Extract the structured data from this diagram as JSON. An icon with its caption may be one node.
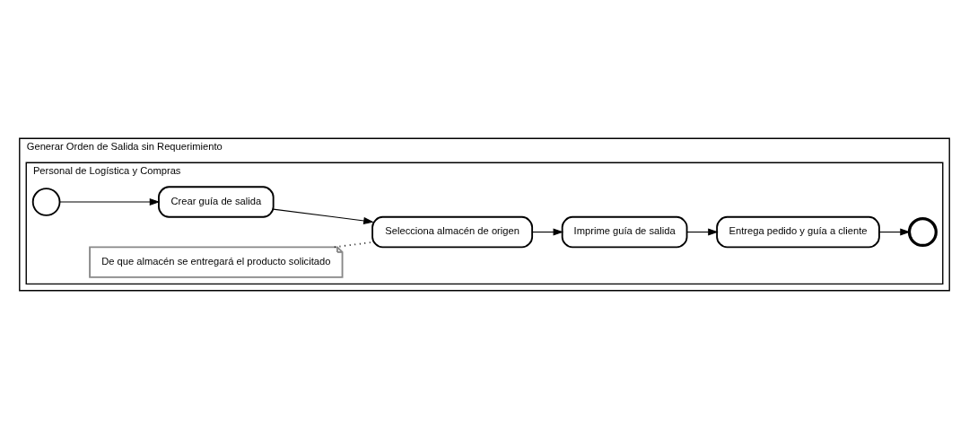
{
  "diagram": {
    "nodes": [
      {
        "text": [
          "Generar Orden de Salida sin Requerimiento"
        ]
      },
      {
        "text": [
          "Personal de Logística y Compras"
        ],
        "in": 0
      },
      {
        "text": [],
        "shape": "circle",
        "in": 1
      },
      {
        "text": [
          "Crear guía de salida"
        ],
        "in": 1
      },
      {
        "text": [
          "Selecciona almacén de origen"
        ],
        "in": 1
      },
      {
        "text": [
          "De que almacén se entregará el producto solicitado"
        ],
        "in": 1
      },
      {
        "text": [
          "Imprime guía de salida"
        ],
        "in": 1
      },
      {
        "text": [
          "Entrega pedido y guía a cliente"
        ],
        "in": 1
      },
      {
        "text": [],
        "shape": "circle",
        "in": 1
      }
    ],
    "edges": [
      {
        "from": 2,
        "to": 3,
        "arrow": "to"
      },
      {
        "from": 3,
        "to": 4,
        "arrow": "to"
      },
      {
        "from": 5,
        "to": 4,
        "arrow": "none",
        "style": "dashed"
      },
      {
        "from": 4,
        "to": 6,
        "arrow": "to"
      },
      {
        "from": 6,
        "to": 7,
        "arrow": "to"
      },
      {
        "from": 7,
        "to": 8,
        "arrow": "to"
      }
    ]
  }
}
